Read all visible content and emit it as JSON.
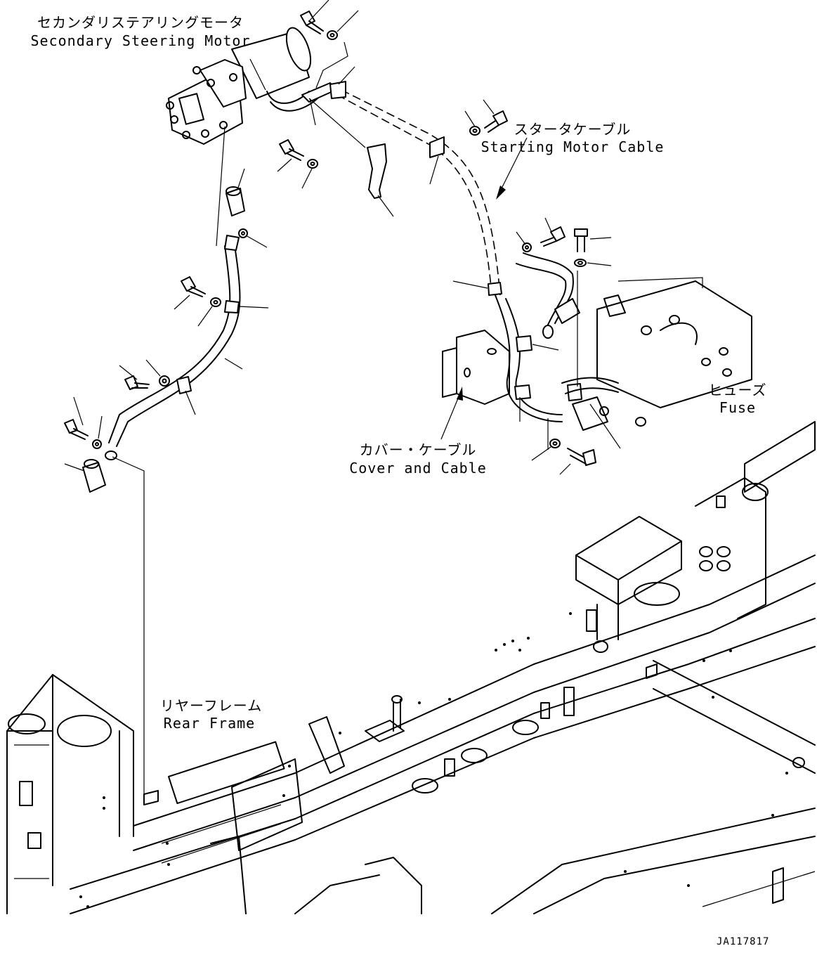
{
  "labels": {
    "secondary_motor_ja": "セカンダリステアリングモータ",
    "secondary_motor_en": "Secondary Steering Motor",
    "starting_cable_ja": "スタータケーブル",
    "starting_cable_en": "Starting Motor Cable",
    "fuse_ja": "ヒューズ",
    "fuse_en": "Fuse",
    "cover_cable_ja": "カバー・ケーブル",
    "cover_cable_en": "Cover and Cable",
    "rear_frame_ja": "リヤーフレーム",
    "rear_frame_en": "Rear Frame"
  },
  "drawing_code": "JA117817",
  "colors": {
    "line": "#000000",
    "background": "#ffffff"
  }
}
